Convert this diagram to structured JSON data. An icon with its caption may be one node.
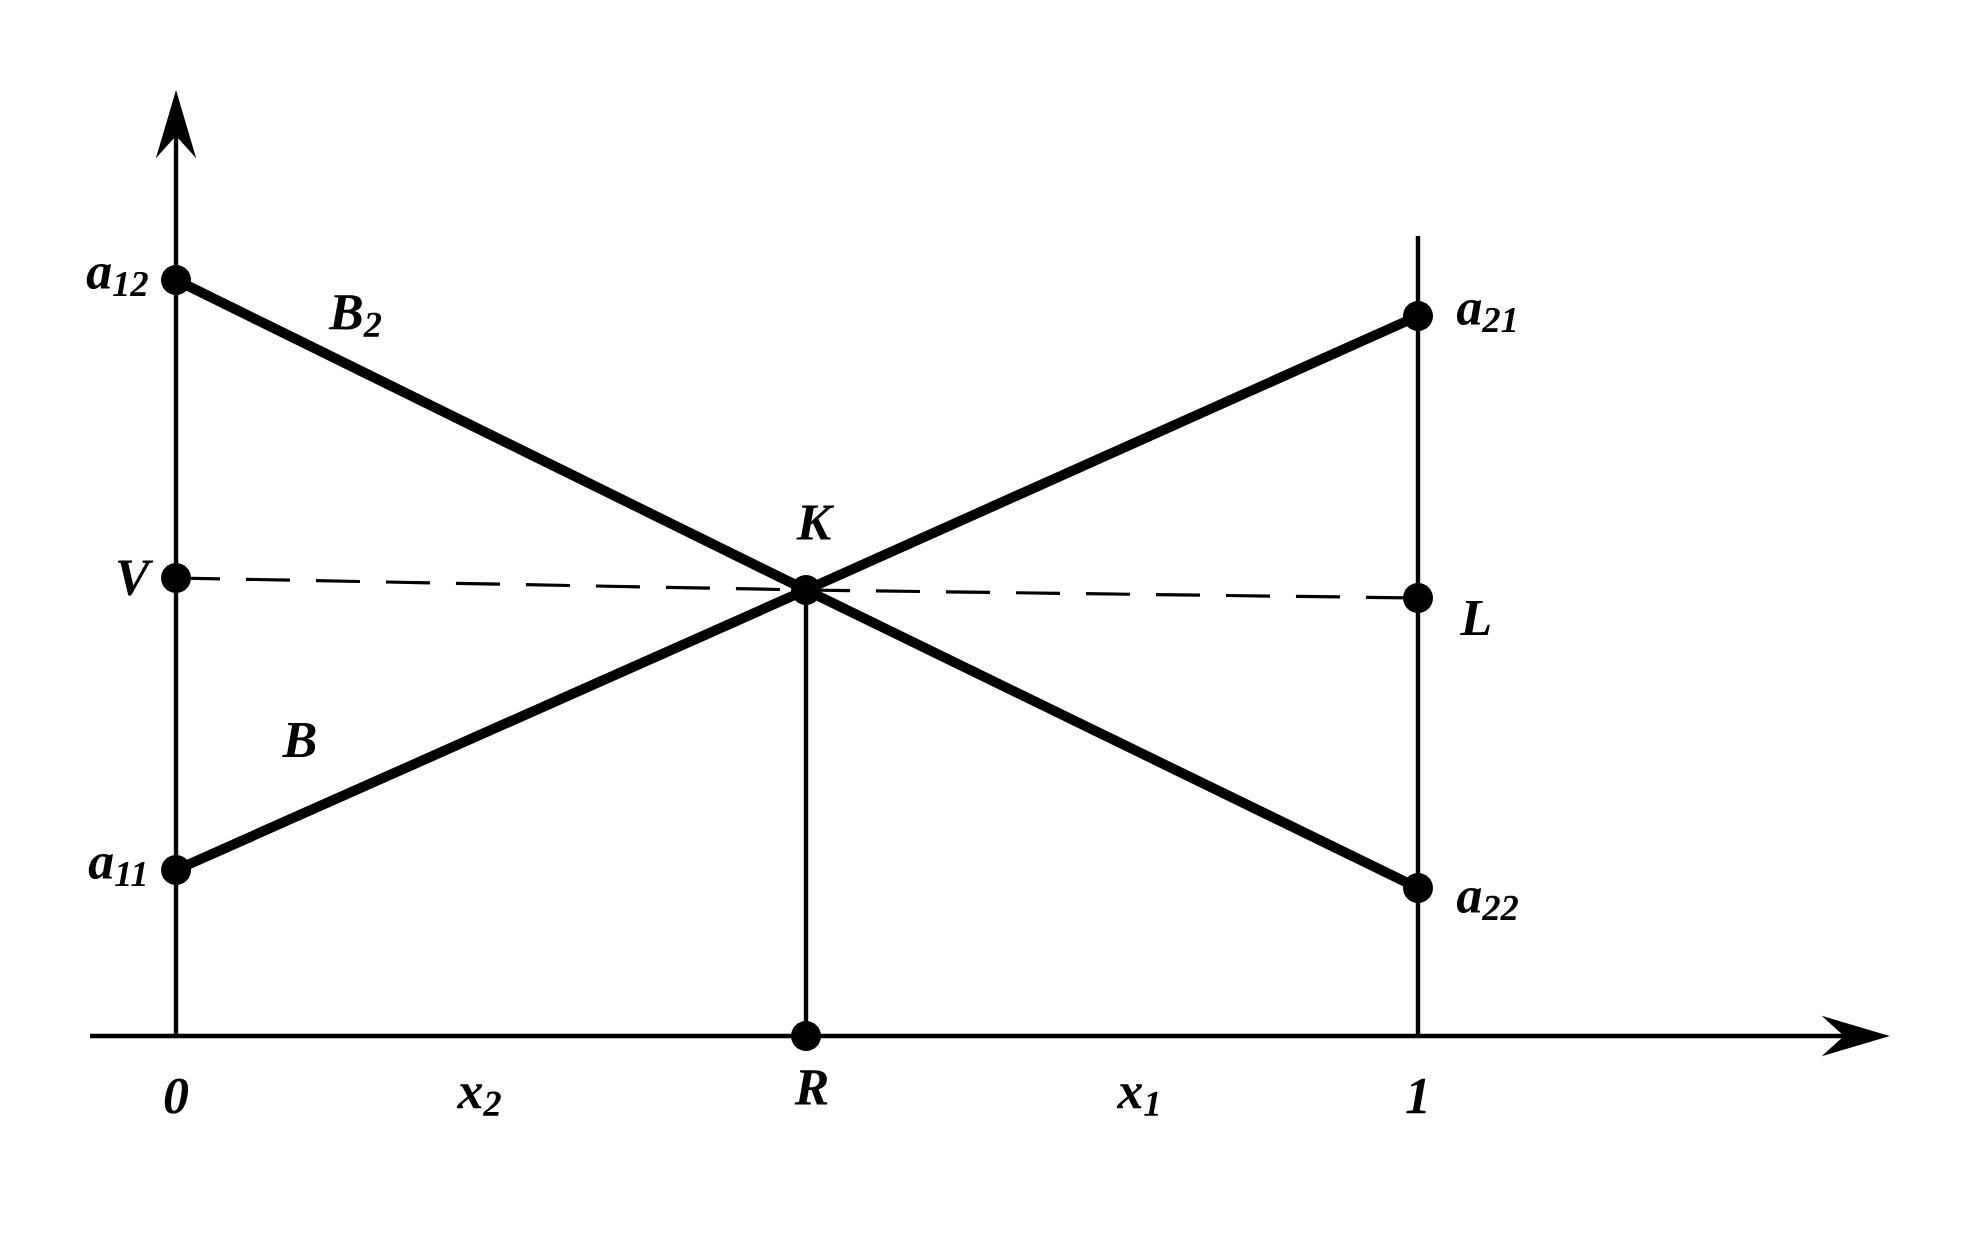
{
  "diagram": {
    "nodes": [
      {
        "text": [],
        "shape": "circle",
        "beside": [
          "a$_{12}$"
        ]
      },
      {
        "text": [],
        "shape": "circle",
        "beside": [
          "a$_{21}$"
        ]
      },
      {
        "text": [],
        "shape": "circle",
        "beside": [
          "V"
        ]
      },
      {
        "text": [],
        "shape": "circle",
        "beside": [
          "K"
        ]
      },
      {
        "text": [],
        "shape": "circle",
        "beside": [
          "L"
        ]
      },
      {
        "text": [],
        "shape": "circle",
        "beside": [
          "a$_{11}$"
        ]
      },
      {
        "text": [],
        "shape": "circle",
        "beside": [
          "a$_{22}$"
        ]
      },
      {
        "text": [],
        "shape": "circle",
        "beside": [
          "R"
        ]
      }
    ],
    "edges": [
      {
        "from": 0,
        "to": 3,
        "arrow": "none",
        "label": "B$_{2}$"
      },
      {
        "from": 3,
        "to": 6,
        "arrow": "none"
      },
      {
        "from": 5,
        "to": 3,
        "arrow": "none",
        "label": "B"
      },
      {
        "from": 3,
        "to": 1,
        "arrow": "none"
      },
      {
        "from": 2,
        "to": 3,
        "arrow": "none",
        "style": "dashed"
      },
      {
        "from": 3,
        "to": 4,
        "arrow": "none",
        "style": "dashed"
      },
      {
        "from": 3,
        "to": 7,
        "arrow": "none"
      }
    ],
    "labels": [
      "0",
      "x$_{2}$",
      "x$_{1}$",
      "1"
    ]
  }
}
